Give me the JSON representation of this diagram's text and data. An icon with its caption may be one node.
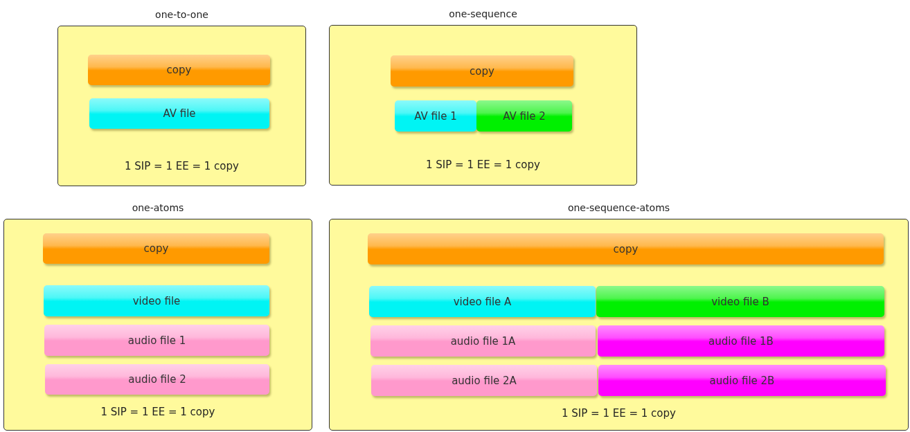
{
  "diagram": {
    "nodes": [
      {
        "text": [
          "one-to-one",
          "1 SIP = 1 EE = 1 copy"
        ]
      },
      {
        "text": [
          "copy"
        ],
        "in": 0
      },
      {
        "text": [
          "AV file"
        ],
        "in": 0
      },
      {
        "text": [
          "one-sequence",
          "1 SIP = 1 EE = 1 copy"
        ]
      },
      {
        "text": [
          "copy"
        ],
        "in": 3
      },
      {
        "text": [
          "AV file 1"
        ],
        "in": 3
      },
      {
        "text": [
          "AV file 2"
        ],
        "in": 3
      },
      {
        "text": [
          "one-atoms",
          "1 SIP = 1 EE = 1 copy"
        ]
      },
      {
        "text": [
          "copy"
        ],
        "in": 7
      },
      {
        "text": [
          "video file"
        ],
        "in": 7
      },
      {
        "text": [
          "audio file 1"
        ],
        "in": 7
      },
      {
        "text": [
          "audio file 2"
        ],
        "in": 7
      },
      {
        "text": [
          "one-sequence-atoms",
          "1 SIP = 1 EE = 1 copy"
        ]
      },
      {
        "text": [
          "copy"
        ],
        "in": 12
      },
      {
        "text": [
          "video file A"
        ],
        "in": 12
      },
      {
        "text": [
          "video file B"
        ],
        "in": 12
      },
      {
        "text": [
          "audio file 1A"
        ],
        "in": 12
      },
      {
        "text": [
          "audio file 1B"
        ],
        "in": 12
      },
      {
        "text": [
          "audio file 2A"
        ],
        "in": 12
      },
      {
        "text": [
          "audio file 2B"
        ],
        "in": 12
      }
    ],
    "edges": []
  }
}
